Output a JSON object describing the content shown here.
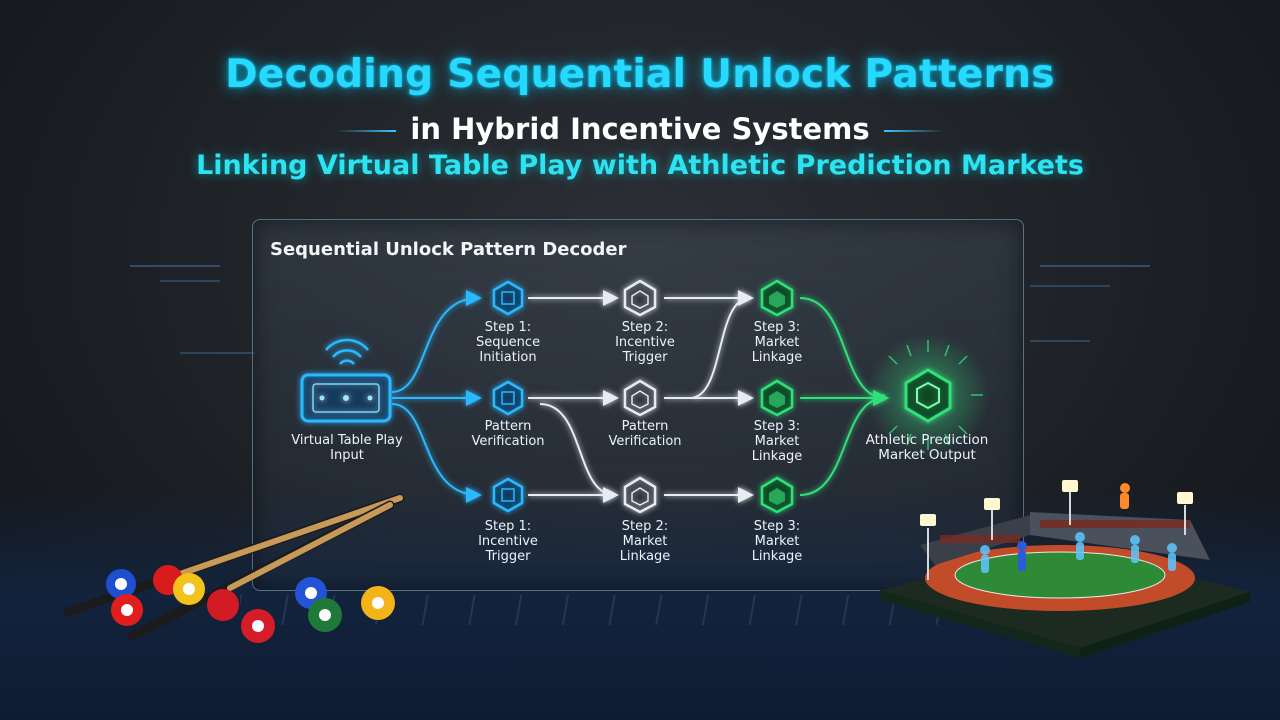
{
  "header": {
    "title": "Decoding Sequential Unlock Patterns",
    "subtitle": "in Hybrid Incentive Systems",
    "tagline": "Linking Virtual Table Play with Athletic Prediction Markets"
  },
  "panel": {
    "title": "Sequential Unlock Pattern Decoder"
  },
  "nodes": {
    "input": "Virtual Table Play Input",
    "row1": {
      "step1": [
        "Step 1:",
        "Sequence",
        "Initiation"
      ],
      "step2": [
        "Step 2:",
        "Incentive",
        "Trigger"
      ],
      "step3": [
        "Step 3:",
        "Market",
        "Linkage"
      ]
    },
    "row2": {
      "step1": [
        "Pattern",
        "Verification"
      ],
      "step2": [
        "Pattern",
        "Verification"
      ],
      "step3": [
        "Step 3:",
        "Market",
        "Linkage"
      ]
    },
    "row3": {
      "step1": [
        "Step 1:",
        "Incentive",
        "Trigger"
      ],
      "step2": [
        "Step 2:",
        "Market",
        "Linkage"
      ],
      "step3": [
        "Step 3:",
        "Market",
        "Linkage"
      ]
    },
    "output": "Athletic Prediction Market Output"
  },
  "colors": {
    "blue": "#2ab8ff",
    "white": "#e6ecf2",
    "green": "#33e07a",
    "title": "#27d9ff"
  }
}
